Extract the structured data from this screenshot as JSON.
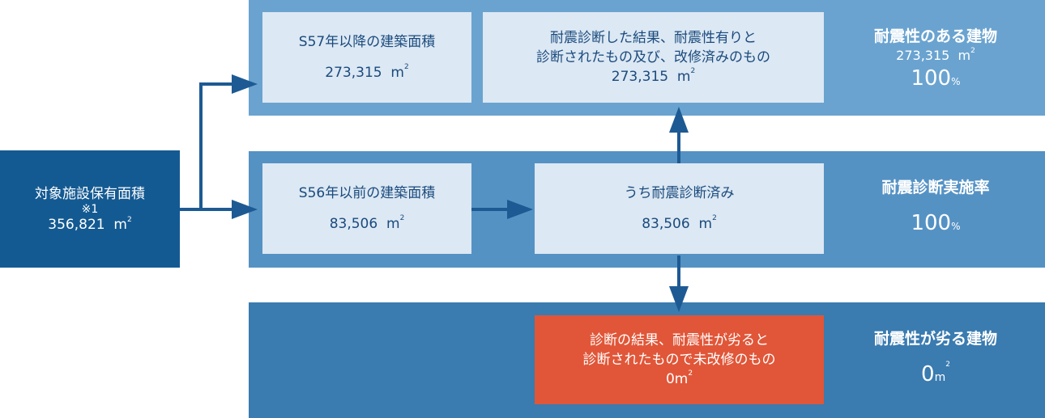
{
  "source": {
    "title": "対象施設保有面積",
    "note": "※1",
    "value": "356,821",
    "unit": "m",
    "unit_sup": "2"
  },
  "top_band": {
    "box1": {
      "title": "S57年以降の建築面積",
      "value": "273,315",
      "unit": "m",
      "unit_sup": "2"
    },
    "box2": {
      "line1": "耐震診断した結果、耐震性有りと",
      "line2": "診断されたもの及び、改修済みのもの",
      "value": "273,315",
      "unit": "m",
      "unit_sup": "2"
    },
    "side": {
      "title": "耐震性のある建物",
      "value": "273,315",
      "unit": "m",
      "unit_sup": "2",
      "pct": "100",
      "pct_unit": "%"
    }
  },
  "mid_band": {
    "box1": {
      "title": "S56年以前の建築面積",
      "value": "83,506",
      "unit": "m",
      "unit_sup": "2"
    },
    "box2": {
      "title": "うち耐震診断済み",
      "value": "83,506",
      "unit": "m",
      "unit_sup": "2"
    },
    "side": {
      "title": "耐震診断実施率",
      "pct": "100",
      "pct_unit": "%"
    }
  },
  "bottom_band": {
    "box": {
      "line1": "診断の結果、耐震性が劣ると",
      "line2": "診断されたもので未改修のもの",
      "value": "0",
      "unit": "m",
      "unit_sup": "2"
    },
    "side": {
      "title": "耐震性が劣る建物",
      "value": "0",
      "unit": "m",
      "unit_sup": "2"
    }
  },
  "colors": {
    "top_band": "#6aa3d0",
    "mid_band": "#5592c4",
    "bottom_band": "#3a7bb0",
    "dark_box": "#145a92",
    "light_box": "#dce8f3",
    "red_box": "#e15638",
    "arrow": "#1d5a93"
  }
}
